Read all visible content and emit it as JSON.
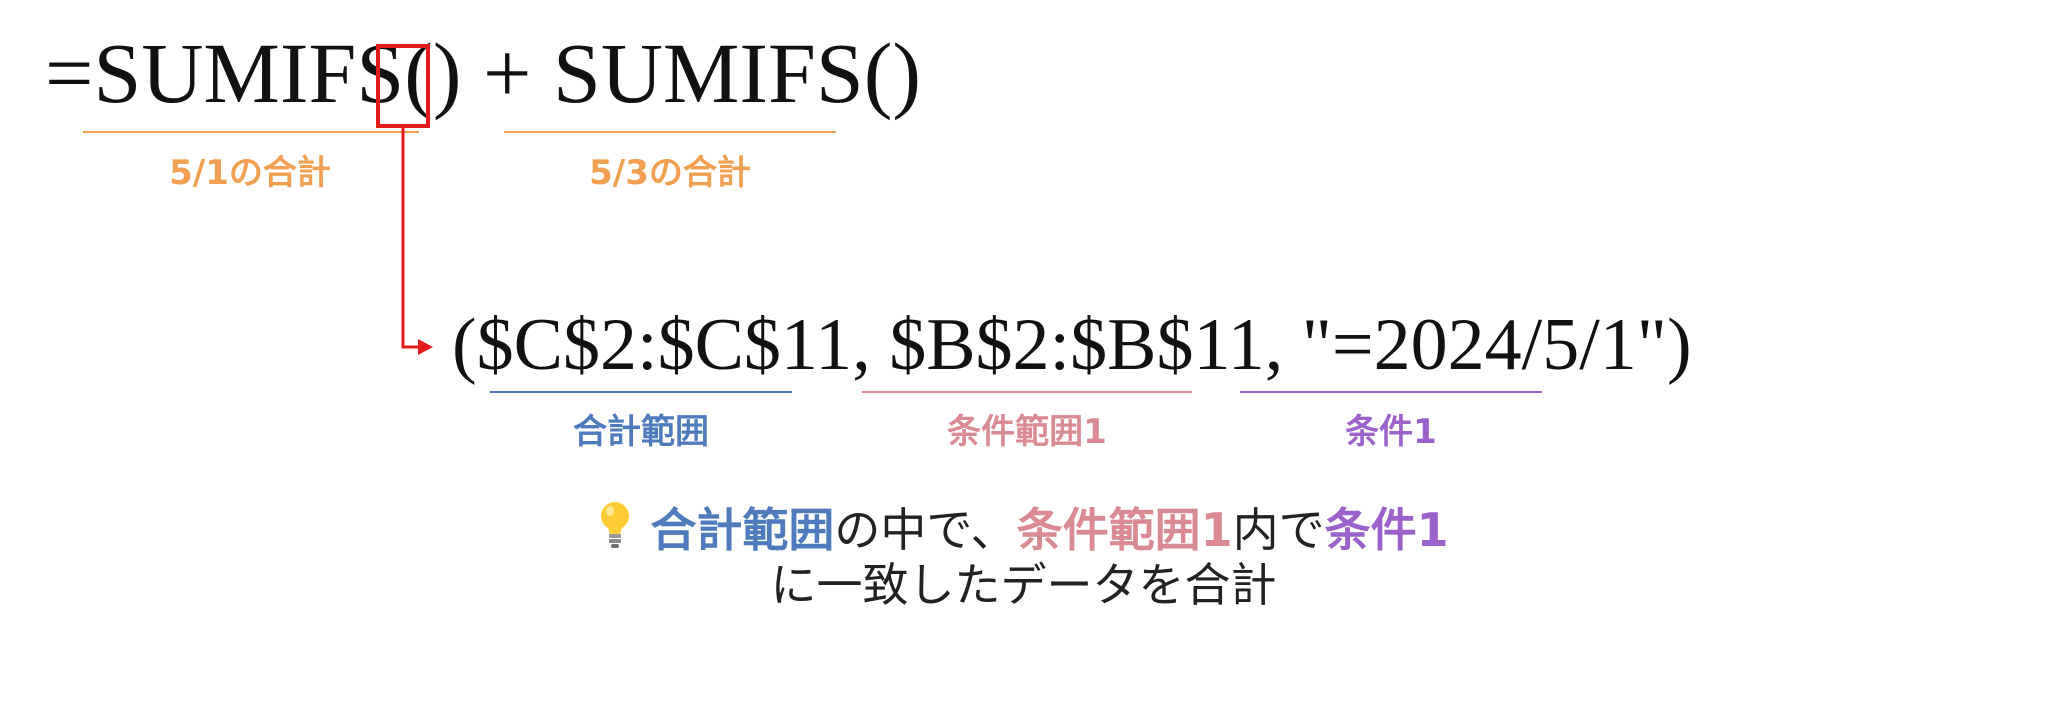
{
  "formula": {
    "prefix": "=SUMIFS",
    "parens_1": "()",
    "plus": " + ",
    "second": "SUMIFS()"
  },
  "formula_labels": {
    "first": "5/1の合計",
    "second": "5/3の合計"
  },
  "arguments": {
    "open": "(",
    "sum_range": "$C$2:$C$11",
    "sep1": ", ",
    "criteria_range": "$B$2:$B$11",
    "sep2": ", ",
    "criteria": "\"=2024/5/1\"",
    "close": ")"
  },
  "argument_labels": {
    "sum_range": "合計範囲",
    "criteria_range": "条件範囲1",
    "criteria": "条件1"
  },
  "explanation": {
    "icon": "lightbulb-icon",
    "seg1": "合計範囲",
    "seg2": "の中で、",
    "seg3": "条件範囲1",
    "seg4": "内で",
    "seg5": "条件1",
    "line2": "に一致したデータを合計"
  },
  "colors": {
    "orange": "#f0a050",
    "blue": "#4f7bbd",
    "pink": "#d98a92",
    "purple": "#9c62cc",
    "red": "#e41b1b"
  }
}
